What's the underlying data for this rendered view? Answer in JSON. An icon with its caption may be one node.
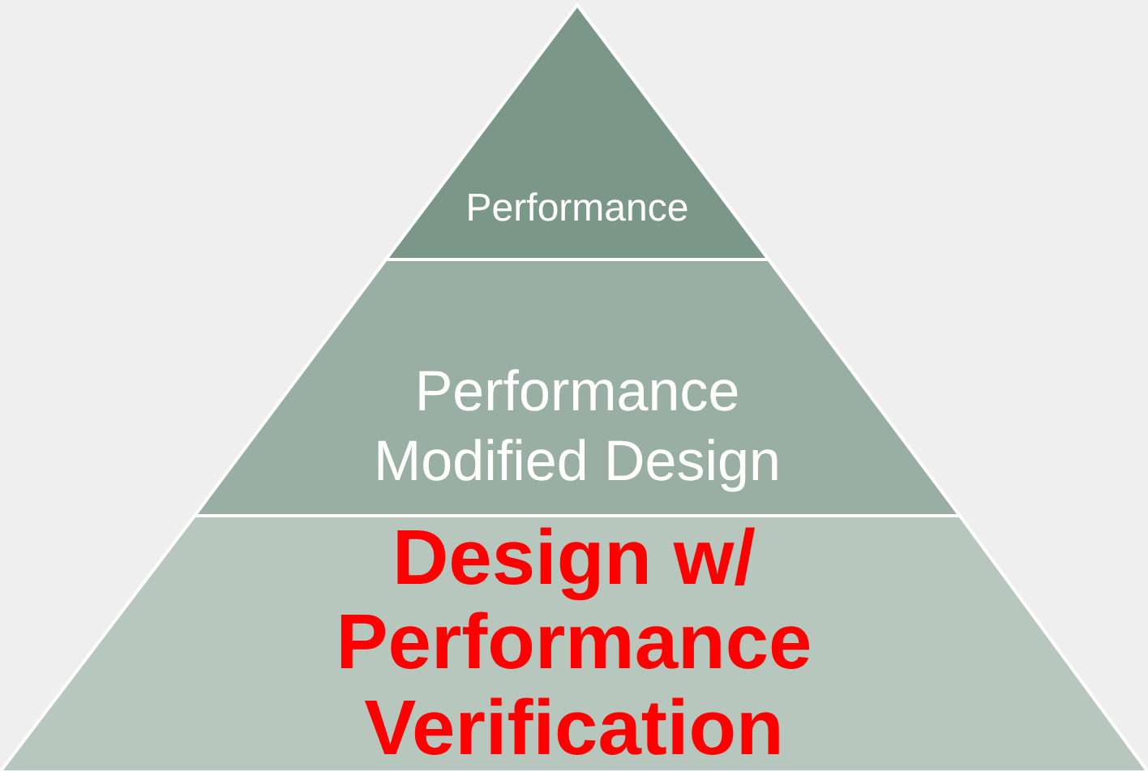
{
  "diagram": {
    "nodes": [
      {
        "text": [
          "Performance"
        ]
      },
      {
        "text": [
          "Performance Modified Design"
        ]
      },
      {
        "text": [
          "Design w/ Performance Verification"
        ]
      }
    ]
  }
}
